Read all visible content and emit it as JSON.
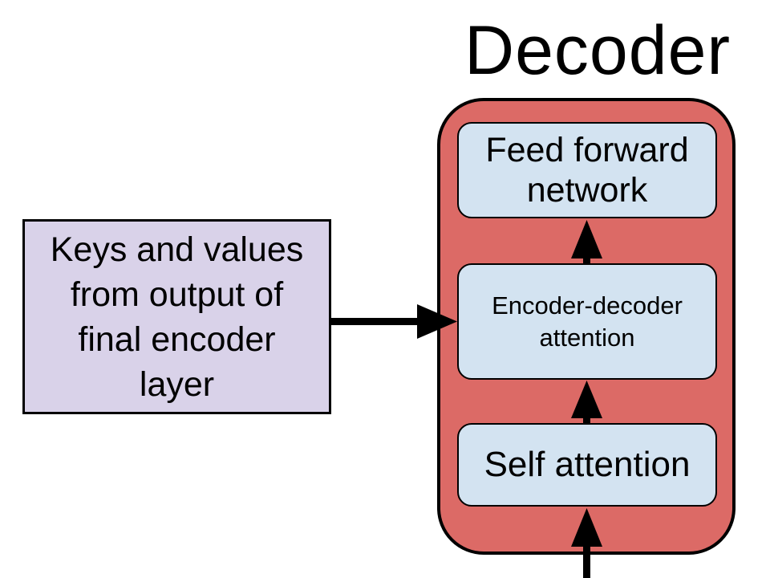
{
  "title": "Decoder",
  "decoder": {
    "blocks": [
      {
        "name": "feed-forward-network",
        "lines": [
          "Feed forward",
          "network"
        ]
      },
      {
        "name": "encoder-decoder-attention",
        "lines": [
          "Encoder-decoder",
          "attention"
        ]
      },
      {
        "name": "self-attention",
        "lines": [
          "Self attention"
        ]
      }
    ]
  },
  "note": {
    "lines": [
      "Keys and values",
      "from output of",
      "final encoder",
      "layer"
    ]
  },
  "arrows": [
    {
      "name": "keys-values-arrow",
      "from": "note-box",
      "to": "encoder-decoder-attention",
      "direction": "right"
    },
    {
      "name": "input-arrow",
      "from": "bottom-edge",
      "to": "self-attention",
      "direction": "up"
    },
    {
      "name": "self-attention-to-encoder-decoder-attention-arrow",
      "from": "self-attention",
      "to": "encoder-decoder-attention",
      "direction": "up"
    },
    {
      "name": "encoder-decoder-attention-to-feed-forward-arrow",
      "from": "encoder-decoder-attention",
      "to": "feed-forward-network",
      "direction": "up"
    }
  ],
  "colors": {
    "decoder_fill": "#DC6A66",
    "block_fill": "#D3E3F1",
    "note_fill": "#D9D2E9",
    "outline": "#000000",
    "arrow": "#000000",
    "background": "#FFFFFF"
  }
}
